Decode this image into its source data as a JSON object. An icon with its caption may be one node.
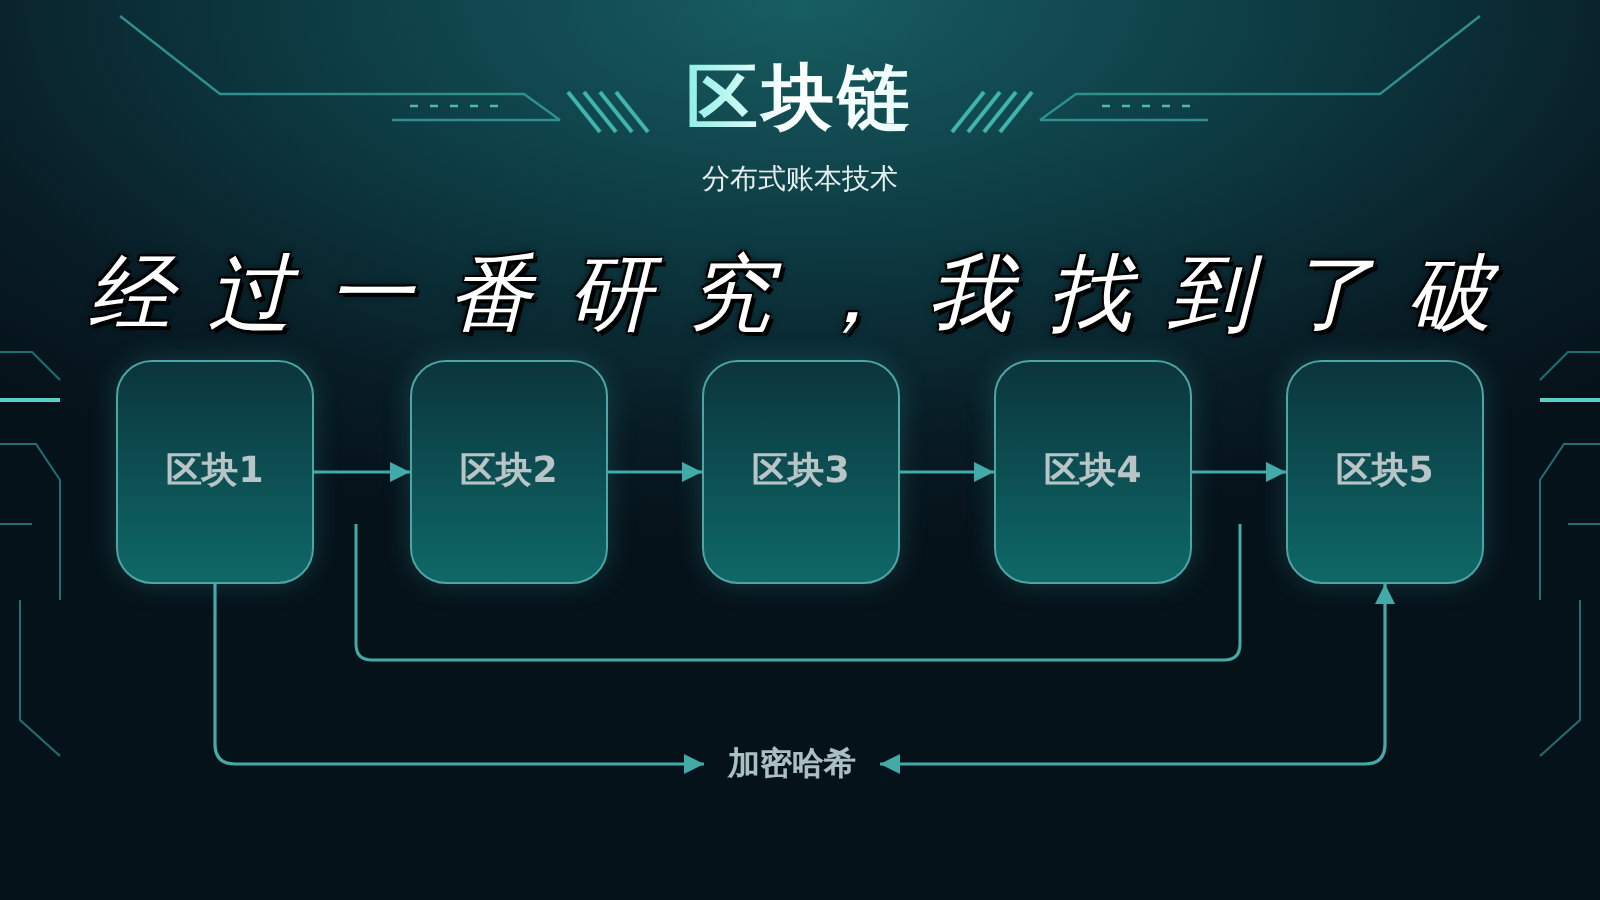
{
  "diagram": {
    "title": "区块链",
    "nodes": [
      {
        "text": [
          "区块1"
        ]
      },
      {
        "text": [
          "区块2"
        ]
      },
      {
        "text": [
          "区块3"
        ]
      },
      {
        "text": [
          "区块4"
        ]
      },
      {
        "text": [
          "区块5"
        ]
      },
      {
        "text": [
          "加密哈希"
        ]
      }
    ],
    "edges": [
      {
        "from": 0,
        "to": 1,
        "arrow": "to"
      },
      {
        "from": 1,
        "to": 2,
        "arrow": "to"
      },
      {
        "from": 2,
        "to": 3,
        "arrow": "to"
      },
      {
        "from": 3,
        "to": 4,
        "arrow": "to"
      },
      {
        "from": 0,
        "to": 5,
        "arrow": "to"
      },
      {
        "from": 5,
        "to": 4,
        "arrow": "both"
      }
    ],
    "labels": [
      "分布式账本技术",
      "经过一番研究，我找到了破"
    ]
  }
}
